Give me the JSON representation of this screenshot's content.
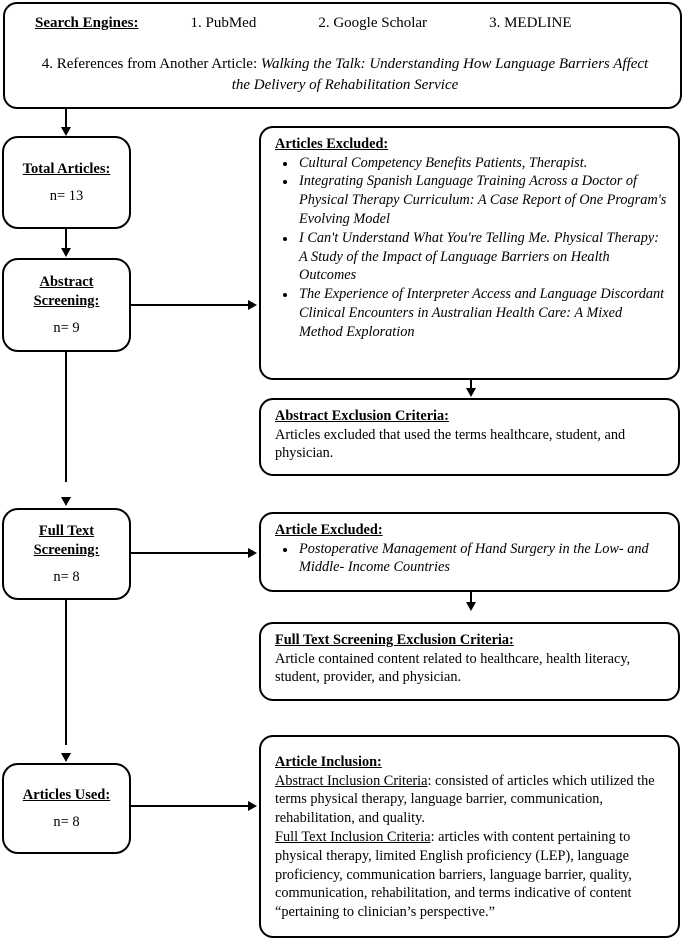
{
  "diagram": {
    "title": "Article selection flow diagram",
    "stroke_color": "#000000",
    "background_color": "#ffffff"
  },
  "search_header": {
    "label": "Search Engines:",
    "engines": [
      "1. PubMed",
      "2. Google Scholar",
      "3. MEDLINE"
    ],
    "reference_prefix": "4. References from Another Article:",
    "reference_title_line1": "Walking the Talk: Understanding How Language Barriers Affect",
    "reference_title_line2": "the Delivery of Rehabilitation Service"
  },
  "stages": [
    {
      "id": "total-articles",
      "title": "Total Articles:",
      "count": "n= 13"
    },
    {
      "id": "abstract-screening",
      "title_line1": "Abstract",
      "title_line2": "Screening:",
      "count": "n= 9"
    },
    {
      "id": "full-text-screening",
      "title_line1": "Full Text",
      "title_line2": "Screening:",
      "count": "n= 8"
    },
    {
      "id": "articles-used",
      "title": "Articles Used:",
      "count": "n= 8"
    }
  ],
  "articles_excluded": {
    "heading": "Articles Excluded:",
    "items": [
      "Cultural Competency Benefits Patients, Therapist.",
      "Integrating Spanish Language Training Across a Doctor of Physical Therapy Curriculum: A Case Report of One Program's Evolving Model",
      "I Can't Understand What You're Telling Me. Physical Therapy: A Study of the Impact of Language Barriers on Health Outcomes",
      "The Experience of Interpreter Access and Language Discordant Clinical Encounters in Australian Health Care: A Mixed Method Exploration"
    ]
  },
  "abstract_exclusion_criteria": {
    "heading": "Abstract Exclusion Criteria:",
    "body": "Articles excluded that used the terms healthcare, student, and physician."
  },
  "article_excluded": {
    "heading": "Article Excluded:",
    "items": [
      "Postoperative Management of Hand Surgery in the Low- and Middle- Income Countries"
    ]
  },
  "full_text_exclusion_criteria": {
    "heading": "Full Text Screening Exclusion Criteria:",
    "body": "Article contained content related to healthcare, health literacy, student, provider, and physician."
  },
  "article_inclusion": {
    "heading": "Article Inclusion:",
    "abstract_label": "Abstract Inclusion Criteria",
    "abstract_body": ": consisted of articles which utilized the terms physical therapy, language barrier, communication, rehabilitation, and quality.",
    "fulltext_label": "Full Text Inclusion Criteria",
    "fulltext_body": ":  articles with content pertaining to physical therapy, limited English proficiency (LEP), language proficiency, communication barriers, language barrier, quality, communication, rehabilitation, and terms indicative of content “pertaining to clinician’s perspective.”"
  }
}
